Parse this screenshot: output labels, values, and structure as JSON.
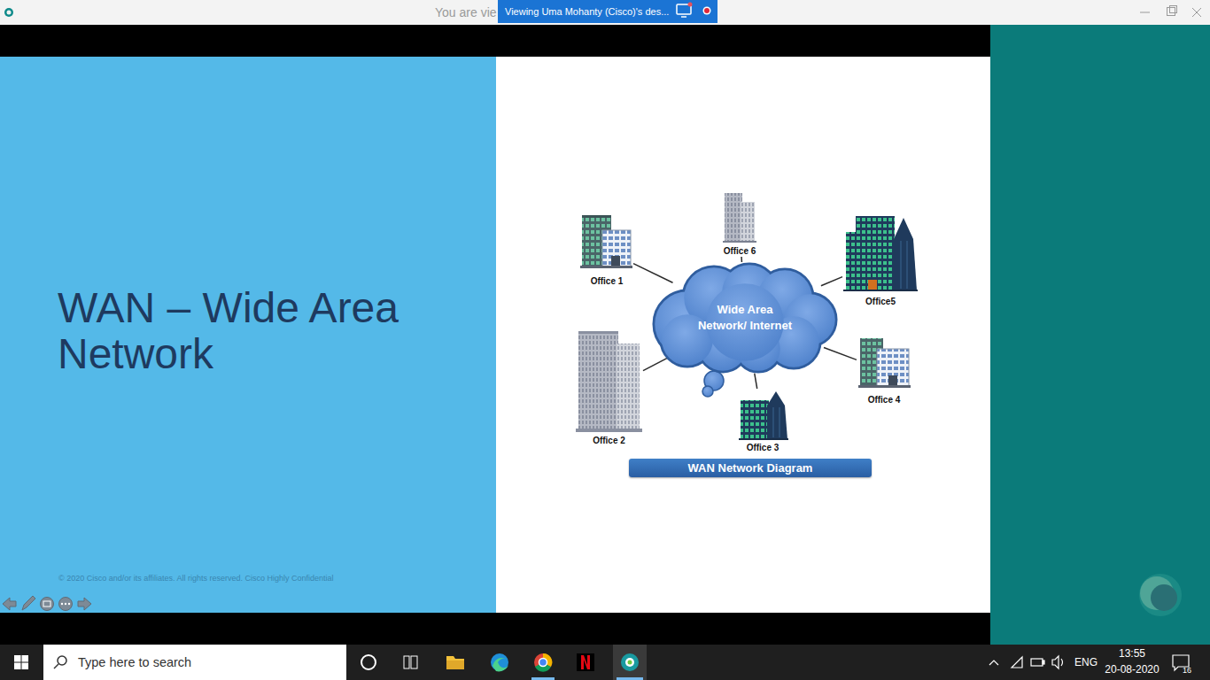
{
  "diagram": {
    "title": "WAN – Wide Area Network",
    "nodes": [
      {
        "text": [
          "Office 6"
        ]
      },
      {
        "text": [
          "Office 1"
        ]
      },
      {
        "text": [
          "Office5"
        ]
      },
      {
        "text": [
          "Wide Area Network/ Internet"
        ]
      },
      {
        "text": [
          "Office 4"
        ]
      },
      {
        "text": [
          "Office 2"
        ]
      },
      {
        "text": [
          "Office 3"
        ]
      },
      {
        "text": [
          "WAN Network Diagram"
        ]
      }
    ],
    "edges": [
      {
        "from": 3,
        "to": 1,
        "arrow": "none"
      },
      {
        "from": 3,
        "to": 0,
        "arrow": "none"
      },
      {
        "from": 3,
        "to": 2,
        "arrow": "none"
      },
      {
        "from": 3,
        "to": 4,
        "arrow": "none"
      },
      {
        "from": 3,
        "to": 6,
        "arrow": "none"
      },
      {
        "from": 3,
        "to": 5,
        "arrow": "none"
      }
    ],
    "labels": [
      "You are vie",
      "Viewing Uma Mohanty (Cisco)'s des...",
      "© 2020 Cisco and/or its affiliates. All rights reserved. Cisco Highly Confidential",
      "Type here to search",
      "ENG",
      "13:55",
      "20-08-2020",
      "16"
    ]
  }
}
